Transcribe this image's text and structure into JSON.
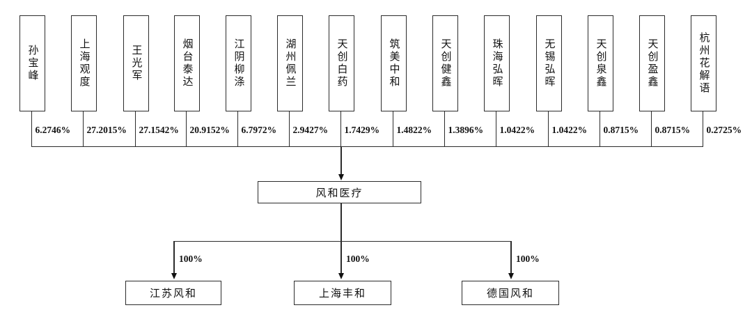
{
  "diagram": {
    "parent": {
      "name": "风和医疗"
    },
    "shareholders": [
      {
        "name": "孙宝峰",
        "percent": "6.2746%"
      },
      {
        "name": "上海观度",
        "percent": "27.2015%"
      },
      {
        "name": "王光军",
        "percent": "27.1542%"
      },
      {
        "name": "烟台泰达",
        "percent": "20.9152%"
      },
      {
        "name": "江阴柳涤",
        "percent": "6.7972%"
      },
      {
        "name": "湖州佩兰",
        "percent": "2.9427%"
      },
      {
        "name": "天创白药",
        "percent": "1.7429%"
      },
      {
        "name": "筑美中和",
        "percent": "1.4822%"
      },
      {
        "name": "天创健鑫",
        "percent": "1.3896%"
      },
      {
        "name": "珠海弘晖",
        "percent": "1.0422%"
      },
      {
        "name": "无锡弘晖",
        "percent": "1.0422%"
      },
      {
        "name": "天创泉鑫",
        "percent": "0.8715%"
      },
      {
        "name": "天创盈鑫",
        "percent": "0.8715%"
      },
      {
        "name": "杭州花解语",
        "percent": "0.2725%"
      }
    ],
    "subsidiaries": [
      {
        "name": "江苏风和",
        "percent": "100%"
      },
      {
        "name": "上海丰和",
        "percent": "100%"
      },
      {
        "name": "德国风和",
        "percent": "100%"
      }
    ],
    "colors": {
      "line": "#2b2b2b",
      "text": "#111111",
      "background": "#ffffff"
    }
  }
}
